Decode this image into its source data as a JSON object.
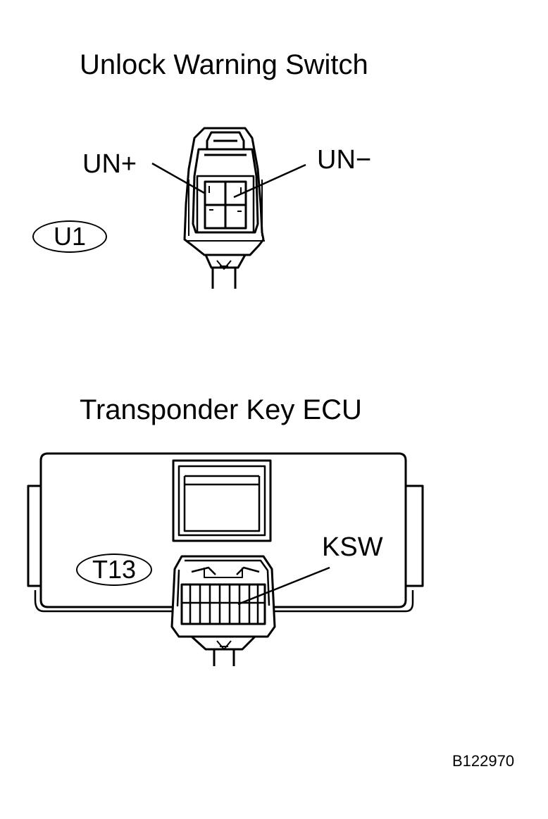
{
  "sections": {
    "switch": {
      "title": "Unlock Warning Switch",
      "code": "U1",
      "pins": [
        "UN+",
        "UN−"
      ]
    },
    "ecu": {
      "title": "Transponder Key ECU",
      "code": "T13",
      "pins": [
        "KSW"
      ]
    }
  },
  "ref_number": "B122970"
}
